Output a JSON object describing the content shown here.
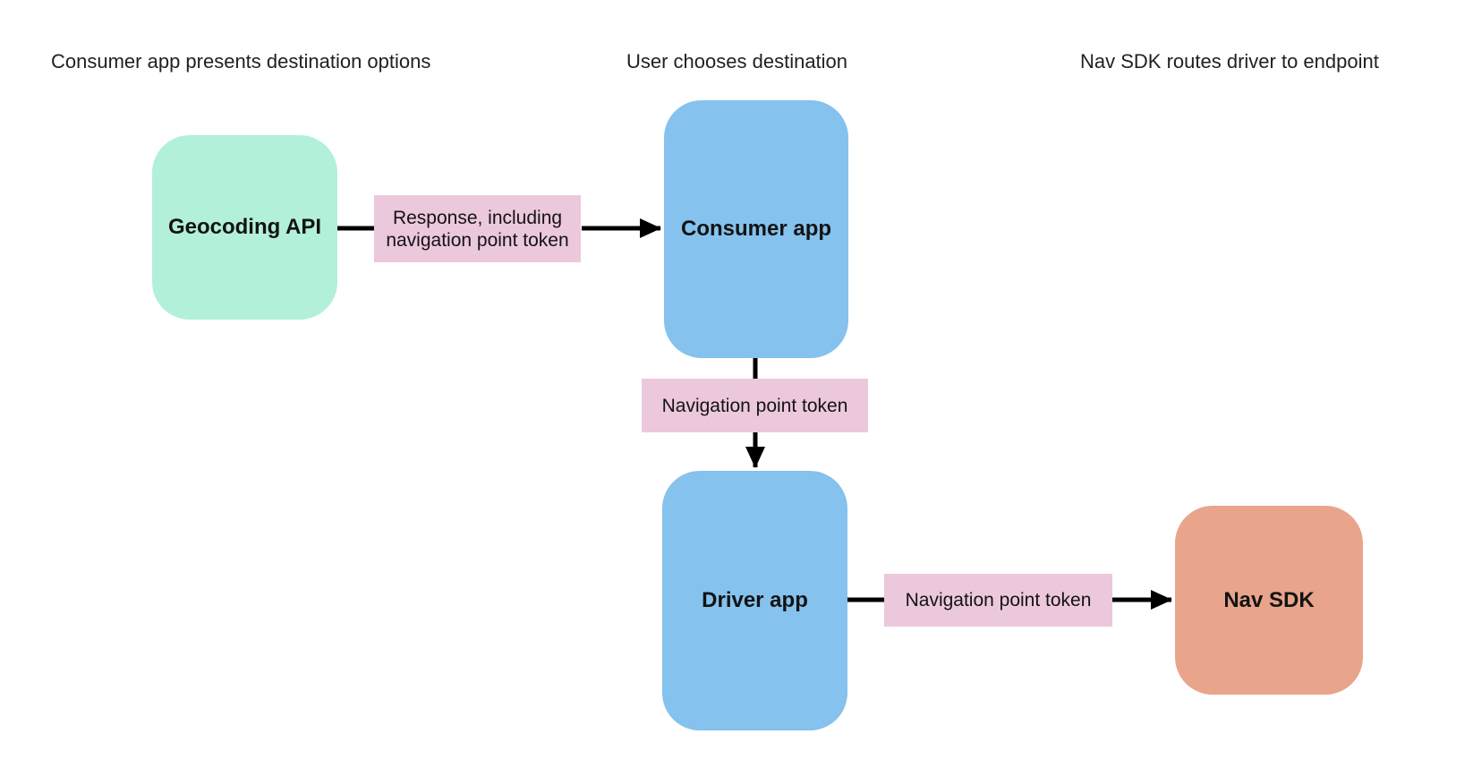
{
  "page": {
    "background": "#ffffff",
    "arrow_color": "#000000",
    "header_text_color": "#202124"
  },
  "headers": [
    {
      "label": "Consumer app presents destination options"
    },
    {
      "label": "User chooses destination"
    },
    {
      "label": "Nav SDK routes driver to endpoint"
    }
  ],
  "nodes": {
    "geocoding": {
      "label": "Geocoding API",
      "fill": "#b2f0d9"
    },
    "consumer": {
      "label": "Consumer app",
      "fill": "#85c2ee"
    },
    "driver": {
      "label": "Driver app",
      "fill": "#85c2ee"
    },
    "navsdk": {
      "label": "Nav SDK",
      "fill": "#e8a58c"
    }
  },
  "edges": {
    "geocoding_to_consumer": {
      "label": "Response, including navigation point token",
      "fill": "#ecc8dd"
    },
    "consumer_to_driver": {
      "label": "Navigation point token",
      "fill": "#ecc8dd"
    },
    "driver_to_navsdk": {
      "label": "Navigation point token",
      "fill": "#ecc8dd"
    }
  }
}
